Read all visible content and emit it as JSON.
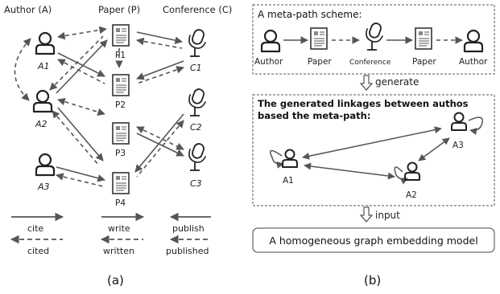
{
  "panel_a": {
    "headers": {
      "author": "Author (A)",
      "paper": "Paper (P)",
      "conference": "Conference (C)"
    },
    "authors": [
      "A1",
      "A2",
      "A3"
    ],
    "papers": [
      "P1",
      "P2",
      "P3",
      "P4"
    ],
    "conferences": [
      "C1",
      "C2",
      "C3"
    ],
    "legend": {
      "cite": "cite",
      "cited": "cited",
      "write": "write",
      "written": "written",
      "publish": "publish",
      "published": "published"
    },
    "caption": "(a)"
  },
  "panel_b": {
    "scheme_title": "A meta-path scheme:",
    "scheme_nodes": [
      "Author",
      "Paper",
      "Conference",
      "Paper",
      "Author"
    ],
    "generate_label": "generate",
    "linkage_title_line1": "The generated linkages between authos",
    "linkage_title_line2": "based the meta-path:",
    "linkage_nodes": [
      "A1",
      "A2",
      "A3"
    ],
    "input_label": "input",
    "model_label": "A homogeneous graph embedding model",
    "caption": "(b)"
  },
  "icons": {
    "author": "person-icon",
    "paper": "document-icon",
    "conference": "microphone-icon"
  },
  "colors": {
    "line": "#555555",
    "text": "#222222"
  }
}
